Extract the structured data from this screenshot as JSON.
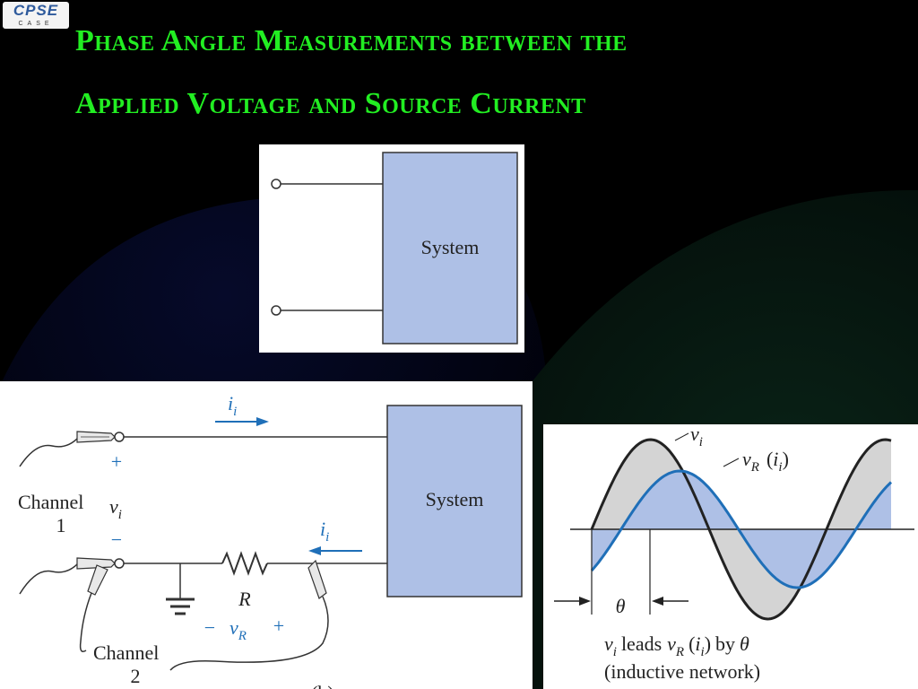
{
  "slide": {
    "logo": {
      "main": "CPSE",
      "sub": "CASE"
    },
    "title_line1": "Phase Angle Measurements between the",
    "title_line2": "Applied Voltage and Source Current"
  },
  "colors": {
    "background": "#000000",
    "title": "#22ee22",
    "system_block": "#aec0e6",
    "blue_accent": "#1f6fb8",
    "gray_fill": "#d4d4d4",
    "blue_fill": "#aec0e6"
  },
  "diagram_a": {
    "system_label": "System"
  },
  "diagram_b": {
    "system_label": "System",
    "current_label": "i",
    "current_sub": "i",
    "channel1_label": "Channel",
    "channel1_number": "1",
    "channel2_label": "Channel",
    "channel2_number": "2",
    "plus": "+",
    "minus": "−",
    "vi_label": "v",
    "vi_sub": "i",
    "resistor_label": "R",
    "vr_minus": "−",
    "vr_plus": "+",
    "vr_label": "v",
    "vr_sub": "R",
    "partial_label": "(b)"
  },
  "waveform": {
    "vi_label": "v",
    "vi_sub": "i",
    "vr_label": "v",
    "vr_sub": "R",
    "vr_paren_open": "(",
    "vr_paren_i": "i",
    "vr_paren_sub": "i",
    "vr_paren_close": ")",
    "theta_label": "θ",
    "caption_line1": {
      "v": "v",
      "v_sub": "i",
      "leads": "leads",
      "vr": "v",
      "vr_sub": "R",
      "open": "(",
      "i": "i",
      "i_sub": "i",
      "close": ")",
      "by": "by",
      "theta": "θ"
    },
    "caption_line2": "(inductive network)",
    "phase_lead_degrees": 45,
    "vi_amplitude": 1.0,
    "vr_amplitude": 0.65
  }
}
